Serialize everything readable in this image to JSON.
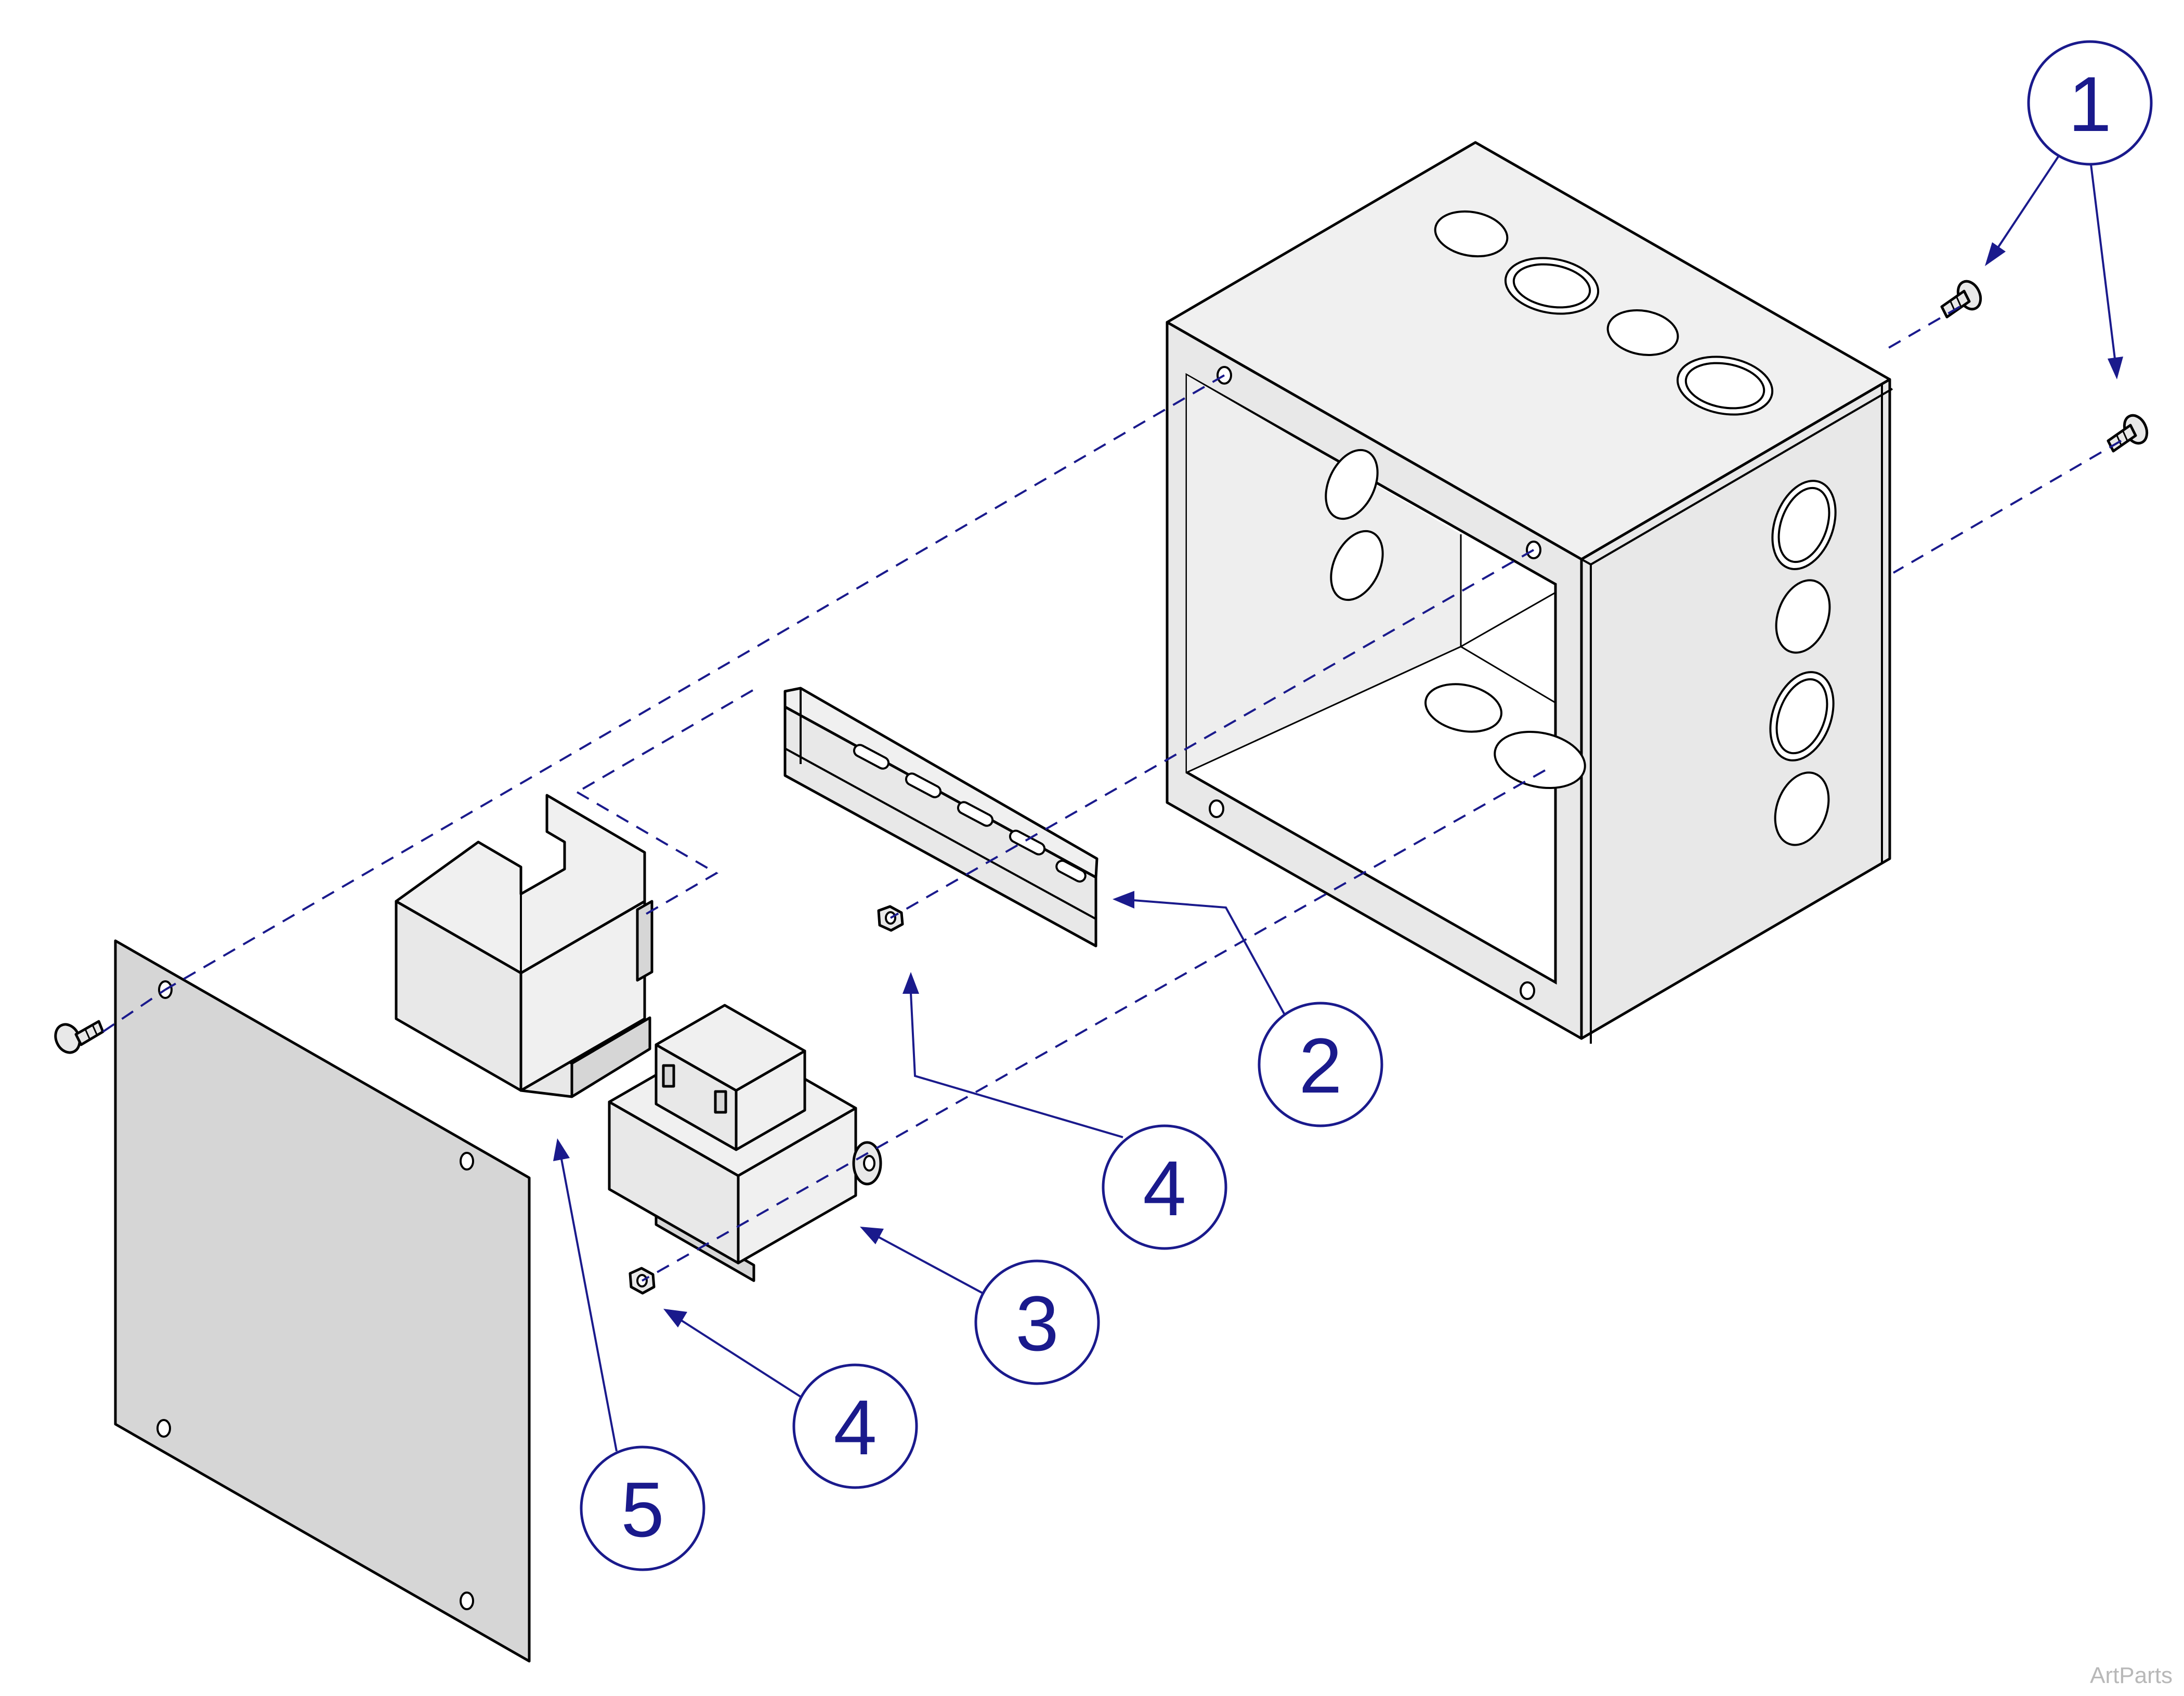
{
  "callouts": {
    "c1": "1",
    "c2": "2",
    "c3": "3",
    "c4a": "4",
    "c4b": "4",
    "c5": "5"
  },
  "watermark": "ArtParts",
  "colors": {
    "callout": "#1a1a8c",
    "part_fill": "#e8e8e8",
    "outline": "#000000",
    "watermark": "#b8b8b8"
  }
}
